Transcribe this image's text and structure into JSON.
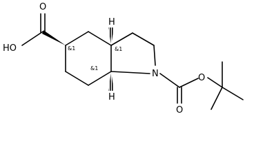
{
  "labels": {
    "hydroxyl": "HO",
    "acid_carbonyl_oxygen": "O",
    "nitrogen": "N",
    "ester_carbonyl_oxygen": "O",
    "ester_oxygen": "O",
    "hydrogen_top": "H",
    "hydrogen_bottom": "H",
    "stereo_c5": "&1",
    "stereo_c3a": "&1",
    "stereo_c7a": "&1"
  },
  "colors": {
    "bond": "#000000",
    "text": "#000000",
    "background": "#ffffff"
  }
}
